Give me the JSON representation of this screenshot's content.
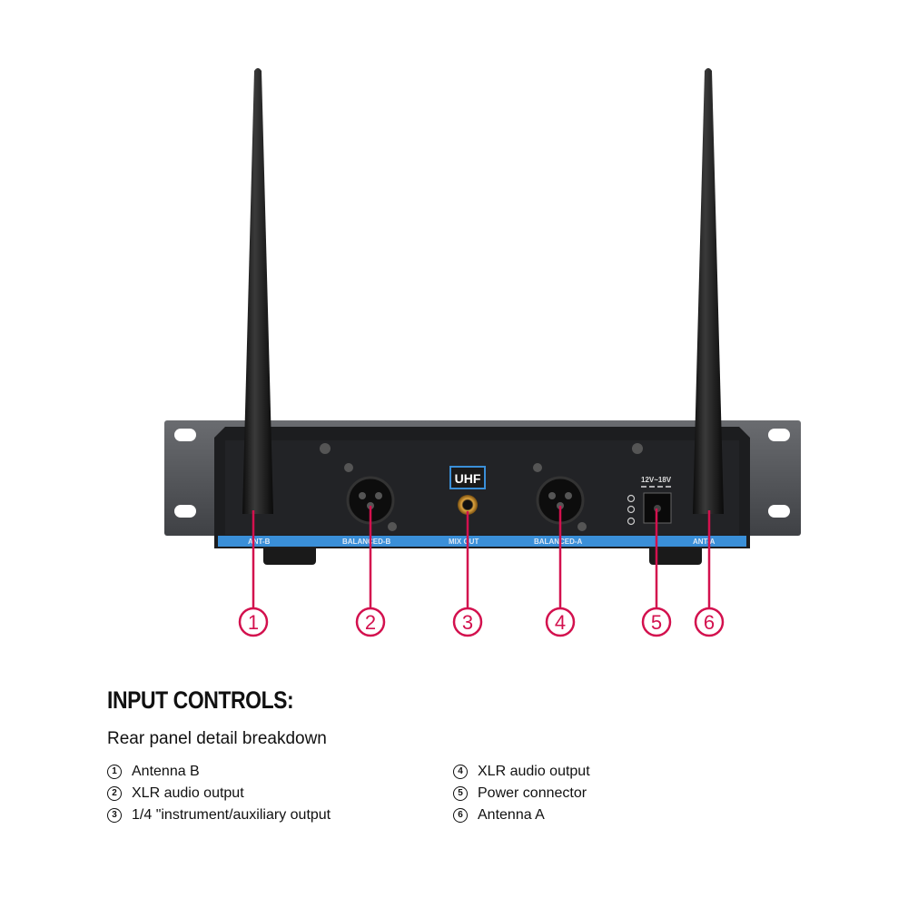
{
  "panel_labels": {
    "ant_b": "ANT-B",
    "balanced_b": "BALANCED-B",
    "mix_out": "MIX OUT",
    "balanced_a": "BALANCED-A",
    "ant_a": "ANT-A",
    "badge": "UHF",
    "voltage": "12V~18V"
  },
  "callouts": [
    "1",
    "2",
    "3",
    "4",
    "5",
    "6"
  ],
  "colors": {
    "callout": "#d3114e",
    "label_strip": "#3a8fd8",
    "badge_border": "#3a8fd8"
  },
  "heading": "INPUT CONTROLS:",
  "subheading": "Rear panel detail breakdown",
  "items_left": [
    {
      "num": "1",
      "label": "Antenna B"
    },
    {
      "num": "2",
      "label": "XLR audio output"
    },
    {
      "num": "3",
      "label": "1/4 \"instrument/auxiliary output"
    }
  ],
  "items_right": [
    {
      "num": "4",
      "label": "XLR audio output"
    },
    {
      "num": "5",
      "label": "Power connector"
    },
    {
      "num": "6",
      "label": "Antenna A"
    }
  ]
}
